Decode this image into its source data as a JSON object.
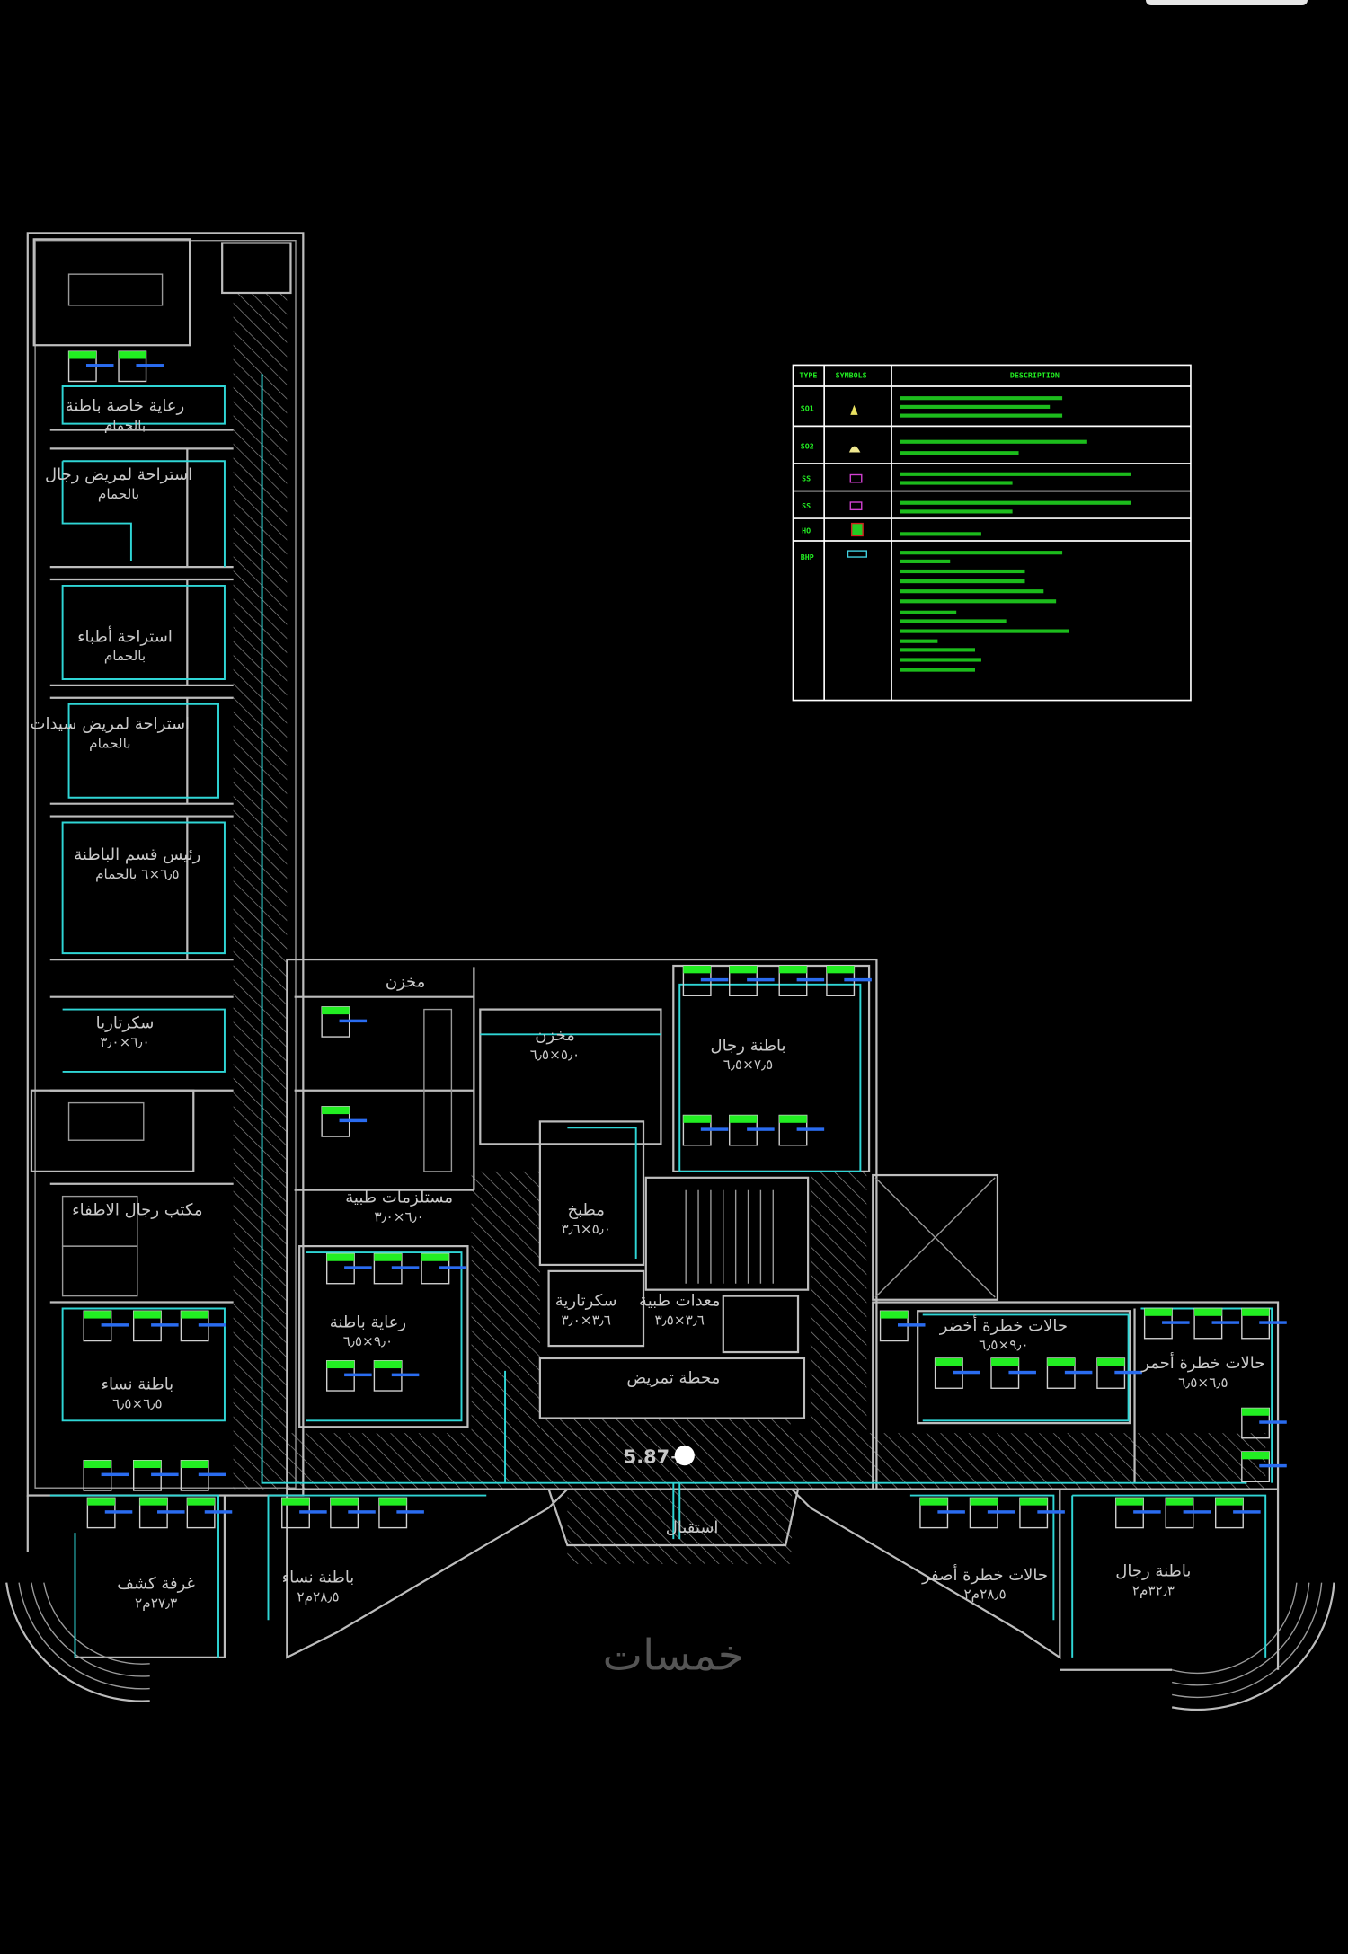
{
  "legend": {
    "headers": [
      "TYPE",
      "SYMBOLS",
      "DESCRIPTION"
    ],
    "rows": [
      {
        "type": "SO1",
        "symbol": "yellow-triangle-outlet-icon"
      },
      {
        "type": "SO2",
        "symbol": "yellow-dome-outlet-icon"
      },
      {
        "type": "SS",
        "symbol": "magenta-switch-icon"
      },
      {
        "type": "SS",
        "symbol": "magenta-switch-alt-icon"
      },
      {
        "type": "HO",
        "symbol": "red-green-outlet-icon"
      },
      {
        "type": "BHP",
        "symbol": "cyan-bed-head-panel-icon"
      }
    ]
  },
  "rooms": [
    {
      "name": "رعاية خاصة باطنة",
      "sub": "بالحمام"
    },
    {
      "name": "استراحة لمريض رجال",
      "sub": "بالحمام"
    },
    {
      "name": "استراحة أطباء",
      "sub": "بالحمام"
    },
    {
      "name": "استراحة لمريض سيدات",
      "sub": "بالحمام"
    },
    {
      "name": "رئيس قسم الباطنة",
      "sub": "٦٫٥×٦ بالحمام"
    },
    {
      "name": "سكرتاريا",
      "sub": "٦٫٠×٣٫٠"
    },
    {
      "name": "مخزن",
      "sub": ""
    },
    {
      "name": "مخزن",
      "sub": "٥٫٠×٦٫٥"
    },
    {
      "name": "باطنة رجال",
      "sub": "٧٫٥×٦٫٥"
    },
    {
      "name": "مستلزمات طبية",
      "sub": "٦٫٠×٣٫٠"
    },
    {
      "name": "مكتب رجال الاطفاء",
      "sub": ""
    },
    {
      "name": "مطبخ",
      "sub": "٥٫٠×٣٫٦"
    },
    {
      "name": "سكرتارية",
      "sub": "٣٫٦×٣٫٠"
    },
    {
      "name": "معدات طبية",
      "sub": "٣٫٦×٣٫٥"
    },
    {
      "name": "رعاية باطنة",
      "sub": "٩٫٠×٦٫٥"
    },
    {
      "name": "باطنة نساء",
      "sub": "٦٫٥×٦٫٥"
    },
    {
      "name": "محطة تمريض",
      "sub": ""
    },
    {
      "name": "حالات خطرة أخضر",
      "sub": "٩٫٠×٦٫٥"
    },
    {
      "name": "حالات خطرة أحمر",
      "sub": "٦٫٥×٦٫٥"
    },
    {
      "name": "غرفة كشف",
      "sub": "٢٧٫٣م٢"
    },
    {
      "name": "باطنة نساء",
      "sub": "٢٨٫٥م٢"
    },
    {
      "name": "حالات خطرة أصفر",
      "sub": "٢٨٫٥م٢"
    },
    {
      "name": "باطنة رجال",
      "sub": "٣٢٫٣م٢"
    },
    {
      "name": "استقبال",
      "sub": ""
    }
  ],
  "level_marker": "5.87+",
  "watermark": "خمسات",
  "colors": {
    "walls": "#bdbdbd",
    "pipes": "#2fd6d6",
    "beds": "#22ee22",
    "legend_text": "#22ee22",
    "background": "#000000"
  }
}
